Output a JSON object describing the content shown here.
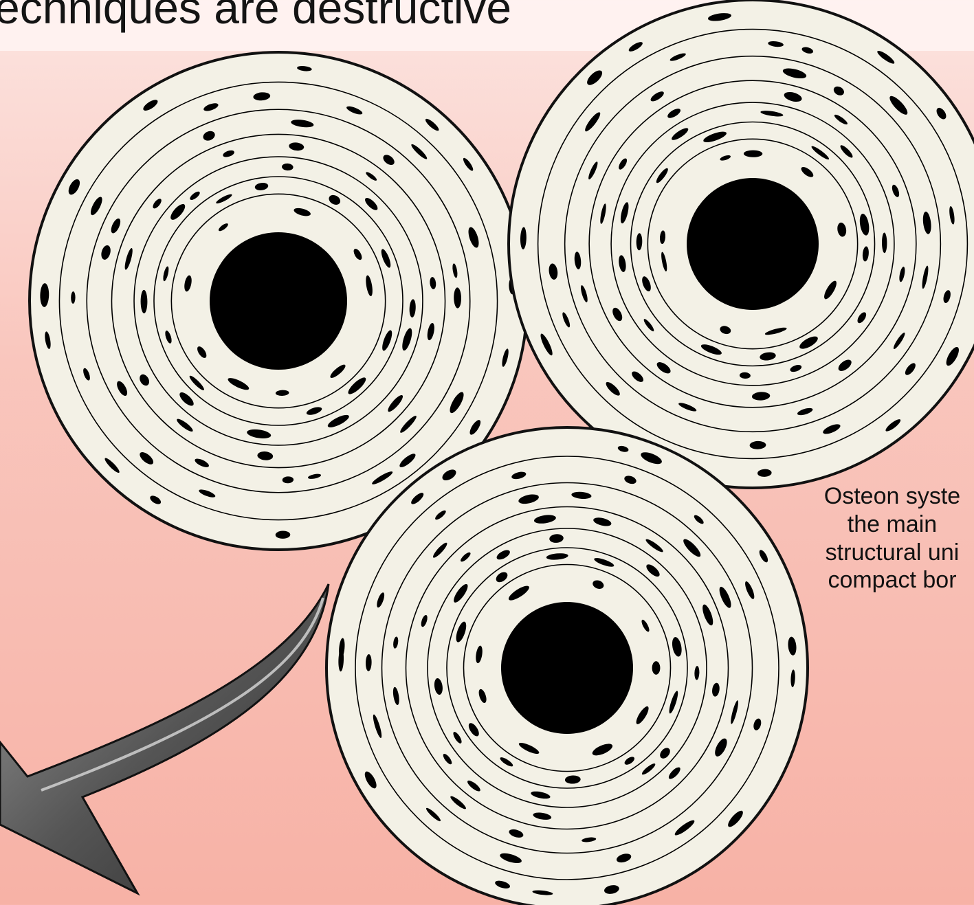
{
  "slide": {
    "title": "echniques are destructive",
    "caption_lines": [
      "Osteon syste",
      "the main",
      "structural uni",
      "compact bor"
    ]
  },
  "colors": {
    "background_top": "#fce4e0",
    "background_bottom": "#f7b2a6",
    "osteon_fill": "#f3f1e6",
    "canal": "#000000",
    "lamella_line": "#000000",
    "arrow": "#4a4a4a"
  },
  "diagram": {
    "osteon_count": 3,
    "lamellae_per_osteon": 6,
    "icons": [
      "osteon-icon",
      "central-canal-icon",
      "lacuna-icon",
      "curved-arrow-icon"
    ]
  }
}
